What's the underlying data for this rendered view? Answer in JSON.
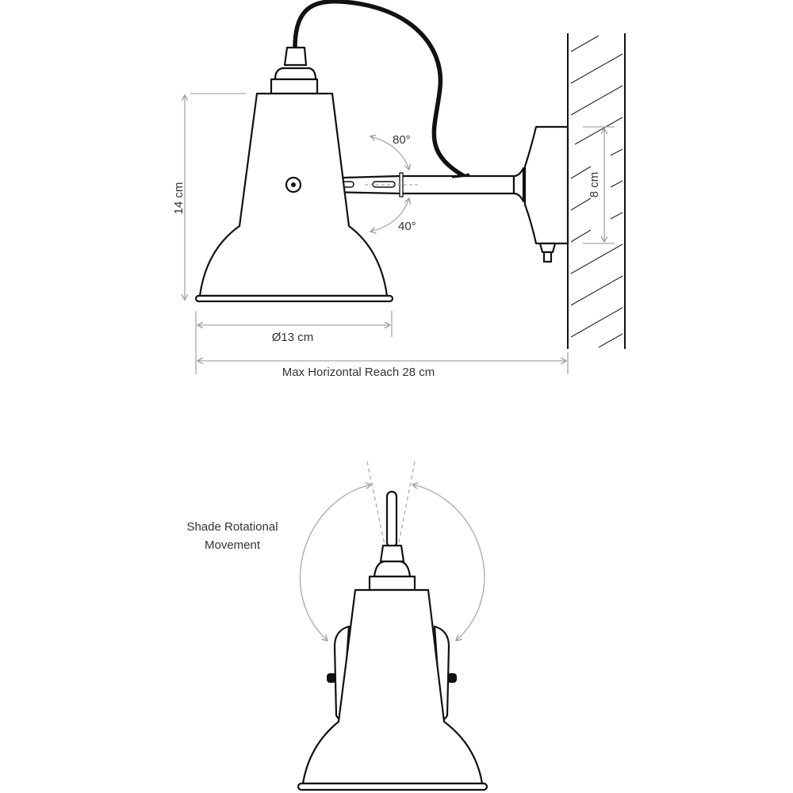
{
  "side_view": {
    "height_label": "14 cm",
    "diameter_label": "Ø13 cm",
    "reach_label": "Max Horizontal Reach 28 cm",
    "backplate_label": "8 cm",
    "tilt_up_label": "80°",
    "tilt_down_label": "40°"
  },
  "front_view": {
    "rotation_label_line1": "Shade Rotational",
    "rotation_label_line2": "Movement"
  },
  "colors": {
    "line": "#111111",
    "dimension": "#a8a8a8",
    "cable": "#111111"
  }
}
